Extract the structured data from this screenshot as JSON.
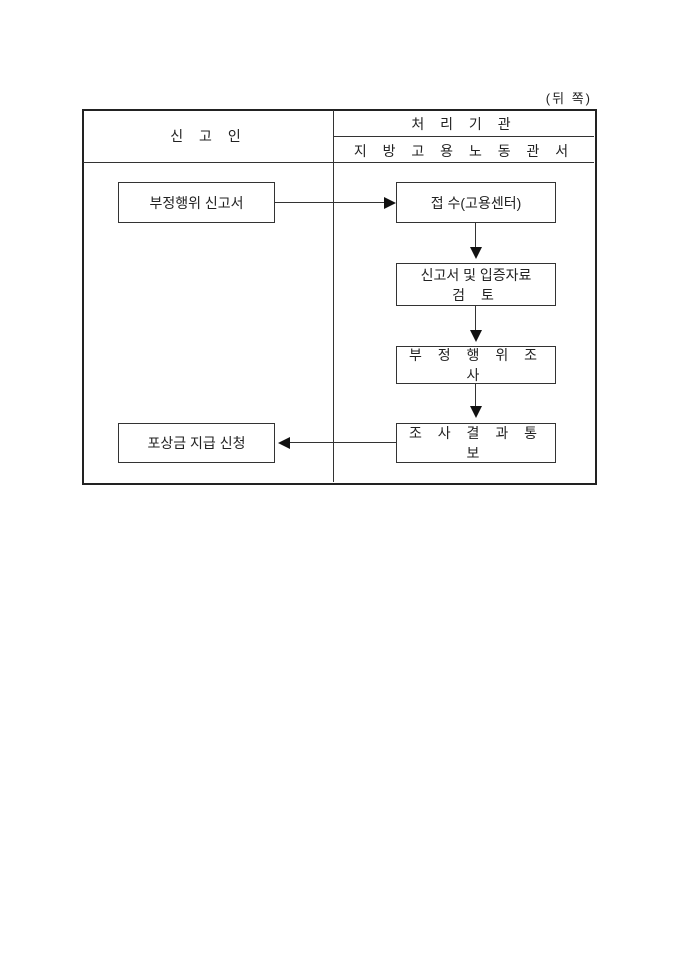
{
  "page_side": "(뒤 쪽)",
  "header": {
    "reporter": "신 고 인",
    "agency_title": "처 리 기 관",
    "agency_name": "지 방 고 용 노 동 관 서"
  },
  "reporter_steps": [
    "부정행위 신고서",
    "포상금 지급 신청"
  ],
  "agency_steps": [
    {
      "line1": "접 수(고용센터)"
    },
    {
      "line1": "신고서 및 입증자료",
      "line2": "검 토"
    },
    {
      "line1": "부 정 행 위 조 사"
    },
    {
      "line1": "조 사 결 과 통 보"
    }
  ]
}
